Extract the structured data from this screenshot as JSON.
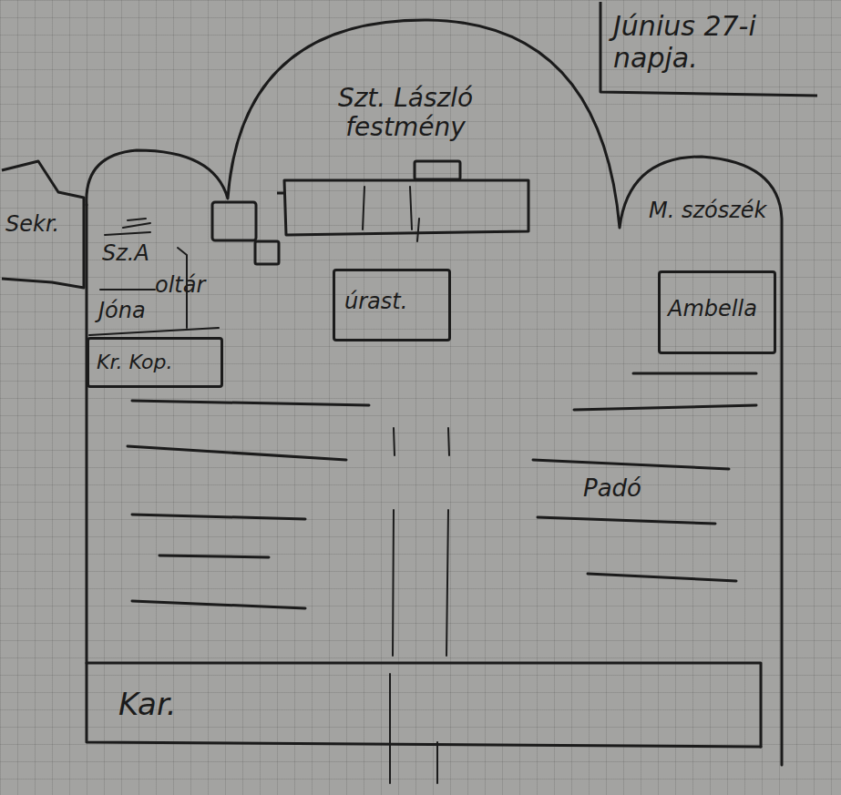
{
  "diagram": {
    "nodes": [
      {
        "text": [
          "Június 27-i napja."
        ]
      },
      {
        "text": [
          "Sekr."
        ]
      },
      {
        "text": [
          "Szt. László festmény"
        ]
      },
      {
        "text": [
          "úrast."
        ]
      },
      {
        "text": [
          "Ambella"
        ]
      },
      {
        "text": [
          "Kr. Kop."
        ]
      },
      {
        "text": [
          "Kar."
        ]
      }
    ],
    "labels": [
      "Sz.A",
      "oltár",
      "Jóna",
      "M. szószék",
      "Padó"
    ]
  }
}
